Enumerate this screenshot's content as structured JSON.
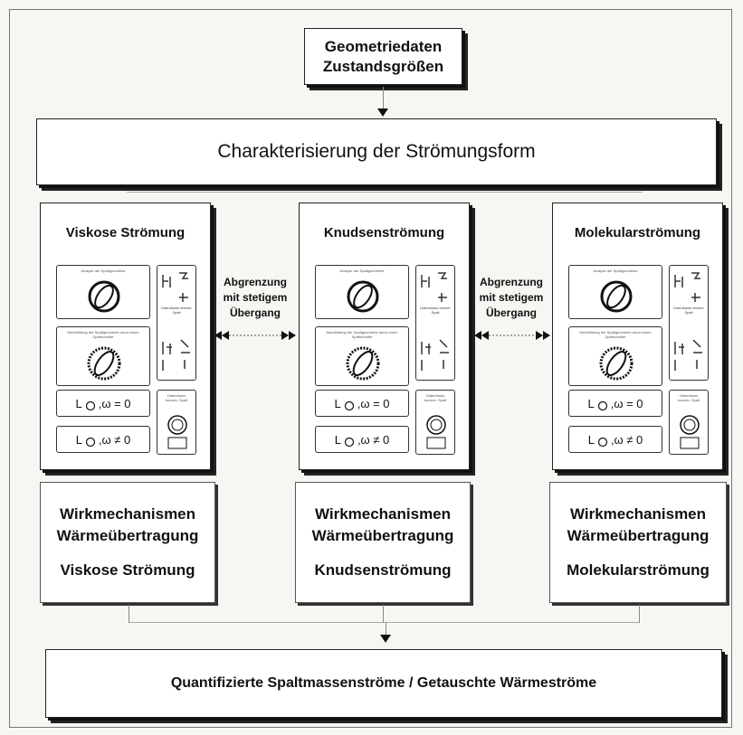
{
  "top_box": {
    "line1": "Geometriedaten",
    "line2": "Zustandsgrößen"
  },
  "characterization": "Charakterisierung der Strömungsform",
  "columns": [
    {
      "title": "Viskose Strömung",
      "bottom_1": "Wirkmechanismen",
      "bottom_2": "Wärmeübertragung",
      "bottom_3": "Viskose Strömung"
    },
    {
      "title": "Knudsenströmung",
      "bottom_1": "Wirkmechanismen",
      "bottom_2": "Wärmeübertragung",
      "bottom_3": "Knudsenströmung"
    },
    {
      "title": "Molekularströmung",
      "bottom_1": "Wirkmechanismen",
      "bottom_2": "Wärmeübertragung",
      "bottom_3": "Molekularströmung"
    }
  ],
  "inner": {
    "mini1_caption": "Analyse der Spaltgeometrie",
    "mini2_caption": "Nachbildung der Spaltgeometrie durch einen Spaltschnitte",
    "side1_caption": "Datenbasis ebener Spalt",
    "side2_caption": "Datenbasis konzen. Spalt",
    "formula_L": "L",
    "omega_eq": ",ω = 0",
    "omega_neq": ",ω ≠ 0"
  },
  "boundary": {
    "line1": "Abgrenzung",
    "line2": "mit stetigem",
    "line3": "Übergang"
  },
  "result": "Quantifizierte Spaltmassenströme / Getauschte Wärmeströme"
}
